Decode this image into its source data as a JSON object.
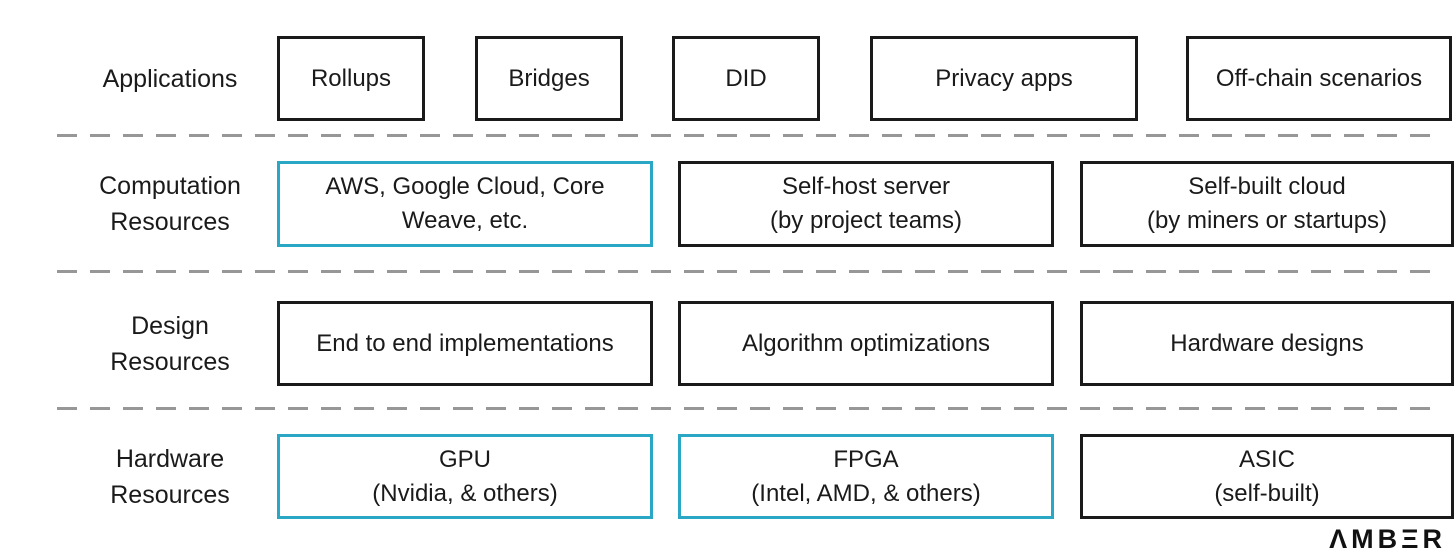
{
  "colors": {
    "box_border_black": "#1a1a1a",
    "box_border_teal": "#2ba7c6",
    "divider_gray": "#979797",
    "text": "#1a1a1a"
  },
  "rows": [
    {
      "label_lines": [
        "Applications"
      ],
      "boxes": [
        {
          "lines": [
            "Rollups"
          ],
          "style": "black"
        },
        {
          "lines": [
            "Bridges"
          ],
          "style": "black"
        },
        {
          "lines": [
            "DID"
          ],
          "style": "black"
        },
        {
          "lines": [
            "Privacy apps"
          ],
          "style": "black"
        },
        {
          "lines": [
            "Off-chain scenarios"
          ],
          "style": "black"
        }
      ]
    },
    {
      "label_lines": [
        "Computation",
        "Resources"
      ],
      "boxes": [
        {
          "lines": [
            "AWS, Google Cloud, Core",
            "Weave, etc."
          ],
          "style": "teal"
        },
        {
          "lines": [
            "Self-host server",
            "(by project teams)"
          ],
          "style": "black"
        },
        {
          "lines": [
            "Self-built cloud",
            "(by miners or startups)"
          ],
          "style": "black"
        }
      ]
    },
    {
      "label_lines": [
        "Design",
        "Resources"
      ],
      "boxes": [
        {
          "lines": [
            "End to end implementations"
          ],
          "style": "black"
        },
        {
          "lines": [
            "Algorithm optimizations"
          ],
          "style": "black"
        },
        {
          "lines": [
            "Hardware designs"
          ],
          "style": "black"
        }
      ]
    },
    {
      "label_lines": [
        "Hardware",
        "Resources"
      ],
      "boxes": [
        {
          "lines": [
            "GPU",
            "(Nvidia, & others)"
          ],
          "style": "teal"
        },
        {
          "lines": [
            "FPGA",
            "(Intel, AMD, & others)"
          ],
          "style": "teal"
        },
        {
          "lines": [
            "ASIC",
            "(self-built)"
          ],
          "style": "black"
        }
      ]
    }
  ],
  "logo": {
    "text": "ΛMBΞR"
  }
}
